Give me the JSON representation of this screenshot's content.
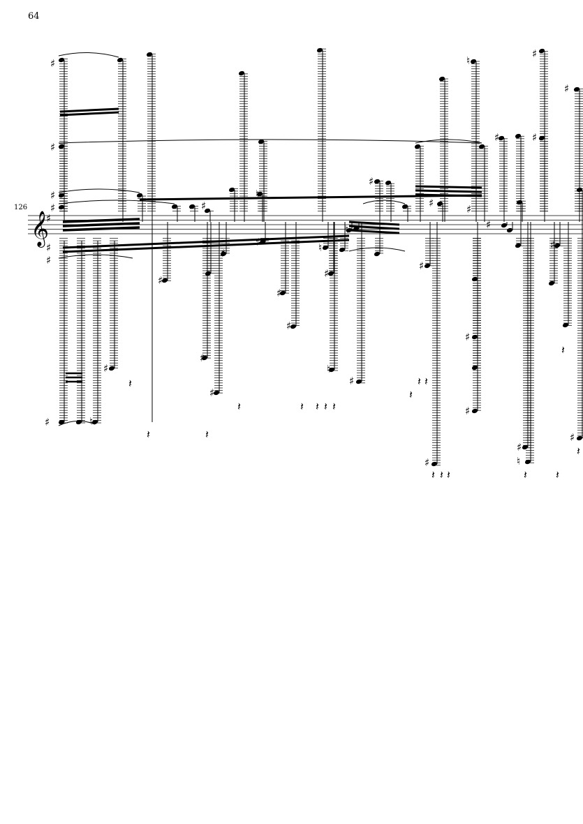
{
  "page": {
    "number": "64"
  },
  "system": {
    "measure_number": "126"
  },
  "score": {
    "clef": "treble-clef",
    "key_signature": "sharp",
    "accidental_glyphs": {
      "sharp": "♯",
      "natural": "♮"
    },
    "rest_glyph": "𝄽",
    "ink_color": "#000000",
    "background_color": "#ffffff"
  }
}
